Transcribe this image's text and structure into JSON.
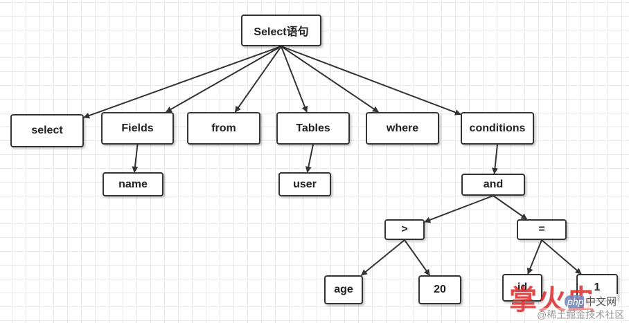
{
  "nodes": {
    "root": "Select语句",
    "select": "select",
    "fields": "Fields",
    "from": "from",
    "tables": "Tables",
    "where": "where",
    "conditions": "conditions",
    "name": "name",
    "user": "user",
    "and": "and",
    "gt": ">",
    "eq": "=",
    "age": "age",
    "val20": "20",
    "id": "id",
    "one": "1"
  },
  "watermark": {
    "big": "掌火虫",
    "badge": "php",
    "site": "中文网",
    "sub": "@稀土掘金技术社区"
  },
  "colors": {
    "edge": "#333333",
    "node_border": "#333333",
    "grid": "#e8e8e8",
    "watermark_red": "#dc2828"
  }
}
